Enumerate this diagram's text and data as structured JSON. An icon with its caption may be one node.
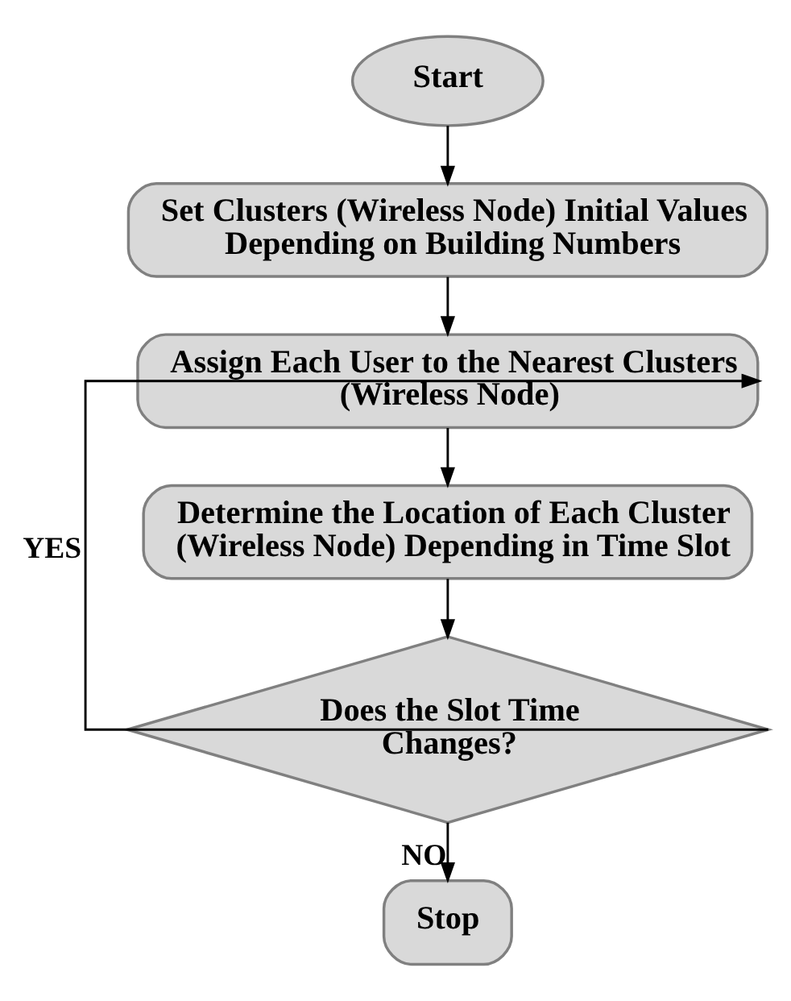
{
  "diagram": {
    "nodes": [
      {
        "text": [
          "Start"
        ]
      },
      {
        "text": [
          "Set Clusters (Wireless Node) Initial Values Depending on Building Numbers"
        ]
      },
      {
        "text": [
          "Assign Each User to the Nearest Clusters (Wireless Node)"
        ]
      },
      {
        "text": [
          "Determine the Location of Each Cluster (Wireless Node) Depending in Time Slot"
        ]
      },
      {
        "text": [
          "Does the Slot Time Changes?"
        ]
      },
      {
        "text": [
          "Stop"
        ]
      }
    ],
    "edges": [
      {
        "from": 0,
        "to": 1,
        "arrow": "to"
      },
      {
        "from": 1,
        "to": 2,
        "arrow": "to"
      },
      {
        "from": 2,
        "to": 3,
        "arrow": "to"
      },
      {
        "from": 3,
        "to": 4,
        "arrow": "to"
      },
      {
        "from": 4,
        "to": 2,
        "arrow": "to",
        "label": "YES"
      },
      {
        "from": 4,
        "to": 5,
        "arrow": "to",
        "label": "NO"
      }
    ]
  }
}
